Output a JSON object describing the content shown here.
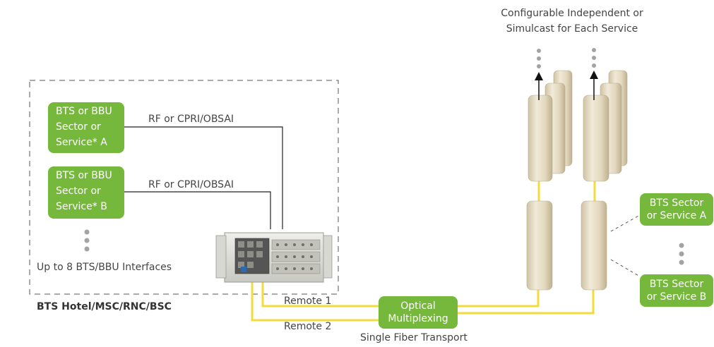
{
  "top_caption": {
    "line1": "Configurable Independent or",
    "line2": "Simulcast for Each Service"
  },
  "hotel": {
    "box_a": {
      "line1": "BTS or BBU",
      "line2": "Sector or",
      "line3": "Service* A"
    },
    "box_b": {
      "line1": "BTS or BBU",
      "line2": "Sector or",
      "line3": "Service* B"
    },
    "link_a_label": "RF or CPRI/OBSAI",
    "link_b_label": "RF or CPRI/OBSAI",
    "interfaces_note": "Up to 8 BTS/BBU Interfaces",
    "title": "BTS Hotel/MSC/RNC/BSC"
  },
  "transport": {
    "remote1": "Remote 1",
    "remote2": "Remote 2",
    "mux_line1": "Optical",
    "mux_line2": "Multiplexing",
    "fiber_label": "Single Fiber Transport"
  },
  "remote_services": {
    "a": {
      "line1": "BTS Sector",
      "line2": "or Service A"
    },
    "b": {
      "line1": "BTS Sector",
      "line2": "or Service B"
    }
  },
  "colors": {
    "green": "#76b83b",
    "fiber_yellow": "#f2dc3c",
    "antenna": "#e6dcc4",
    "dots": "#a3a3a3"
  }
}
